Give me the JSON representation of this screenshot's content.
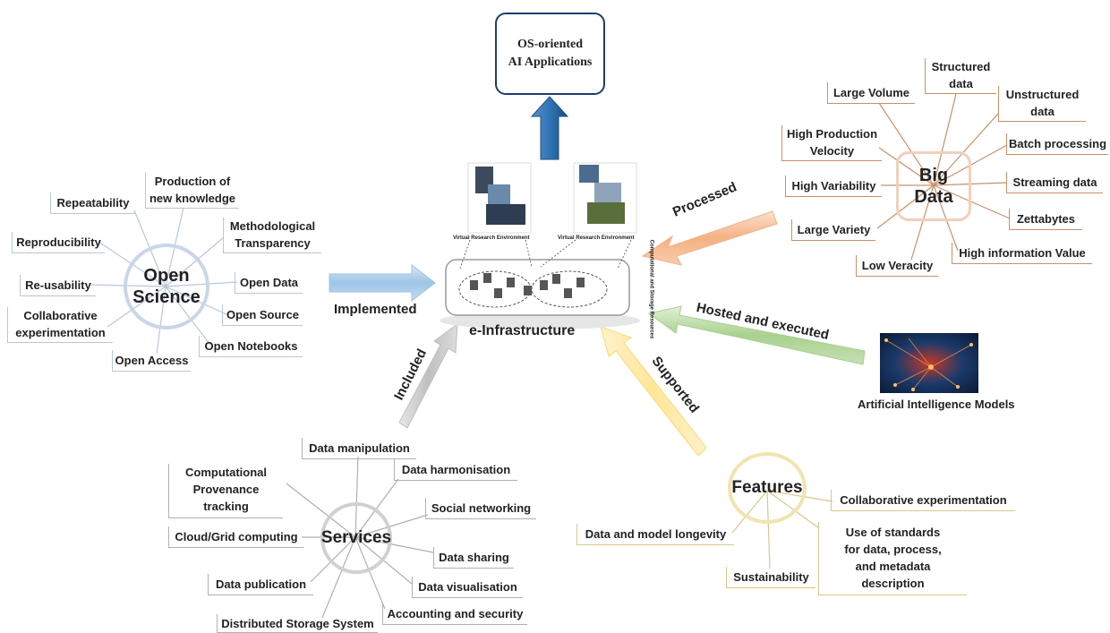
{
  "top_box": {
    "text": "OS-oriented\nAI Applications"
  },
  "center": {
    "label": "e-Infrastructure",
    "vre_left": "Virtual Research Environment",
    "vre_right": "Virtual Research Environment",
    "side_text": "Computational and Storage Resources"
  },
  "open_science": {
    "title": "Open\nScience",
    "items": [
      "Repeatability",
      "Production of\nnew knowledge",
      "Reproducibility",
      "Methodological\nTransparency",
      "Re-usability",
      "Open Data",
      "Collaborative\nexperimentation",
      "Open Source",
      "Open Access",
      "Open Notebooks"
    ]
  },
  "big_data": {
    "title": "Big\nData",
    "items": [
      "Structured\ndata",
      "Large Volume",
      "Unstructured\ndata",
      "High Production\nVelocity",
      "Batch processing",
      "High Variability",
      "Streaming data",
      "Large Variety",
      "Zettabytes",
      "Low Veracity",
      "High information Value"
    ]
  },
  "services": {
    "title": "Services",
    "items": [
      "Data manipulation",
      "Data harmonisation",
      "Computational\nProvenance\ntracking",
      "Social networking",
      "Cloud/Grid computing",
      "Data sharing",
      "Data publication",
      "Data visualisation",
      "Accounting and security",
      "Distributed Storage System"
    ]
  },
  "features": {
    "title": "Features",
    "items": [
      "Collaborative experimentation",
      "Data and model longevity",
      "Use of standards\nfor data, process,\nand metadata\ndescription",
      "Sustainability"
    ]
  },
  "ai_models": {
    "label": "Artificial Intelligence Models"
  },
  "arrows": {
    "implemented": "Implemented",
    "processed": "Processed",
    "hosted": "Hosted and executed",
    "included": "Included",
    "supported": "Supported"
  },
  "colors": {
    "blue_arrow": "#2e75b6",
    "open_science_arrow": "#9dc3e6",
    "big_data_arrow": "#f4b183",
    "ai_arrow": "#a9d18e",
    "services_arrow": "#bfbfbf",
    "features_arrow": "#ffe699"
  }
}
